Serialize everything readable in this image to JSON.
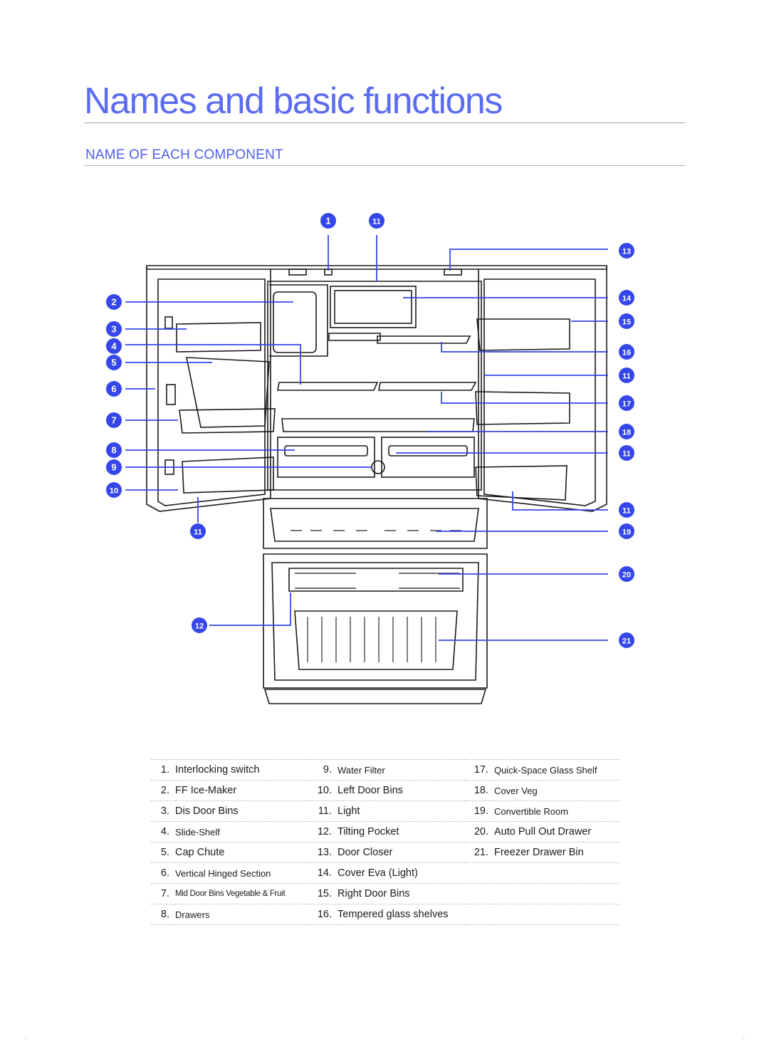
{
  "page": {
    "title": "Names and basic functions",
    "section_title": "NAME OF EACH COMPONENT"
  },
  "diagram": {
    "callouts": [
      "1",
      "11",
      "13",
      "14",
      "15",
      "16",
      "11",
      "17",
      "18",
      "11",
      "11",
      "19",
      "20",
      "21",
      "2",
      "3",
      "4",
      "5",
      "6",
      "7",
      "8",
      "9",
      "10",
      "11",
      "12"
    ]
  },
  "legend": {
    "col1": [
      {
        "num": "1.",
        "label": "Interlocking switch"
      },
      {
        "num": "2.",
        "label": "FF Ice-Maker"
      },
      {
        "num": "3.",
        "label": "Dis Door Bins"
      },
      {
        "num": "4.",
        "label": "Slide-Shelf"
      },
      {
        "num": "5.",
        "label": "Cap Chute"
      },
      {
        "num": "6.",
        "label": "Vertical Hinged Section"
      },
      {
        "num": "7.",
        "label": "Mid Door Bins Vegetable & Fruit"
      },
      {
        "num": "8.",
        "label": "Drawers"
      }
    ],
    "col2": [
      {
        "num": "9.",
        "label": "Water Filter"
      },
      {
        "num": "10.",
        "label": "Left Door Bins"
      },
      {
        "num": "11.",
        "label": "Light"
      },
      {
        "num": "12.",
        "label": "Tilting Pocket"
      },
      {
        "num": "13.",
        "label": "Door Closer"
      },
      {
        "num": "14.",
        "label": "Cover Eva (Light)"
      },
      {
        "num": "15.",
        "label": "Right Door Bins"
      },
      {
        "num": "16.",
        "label": "Tempered glass shelves"
      }
    ],
    "col3": [
      {
        "num": "17.",
        "label": "Quick-Space Glass Shelf"
      },
      {
        "num": "18.",
        "label": "Cover Veg"
      },
      {
        "num": "19.",
        "label": "Convertible Room"
      },
      {
        "num": "20.",
        "label": "Auto Pull Out Drawer"
      },
      {
        "num": "21.",
        "label": "Freezer Drawer Bin"
      }
    ]
  }
}
